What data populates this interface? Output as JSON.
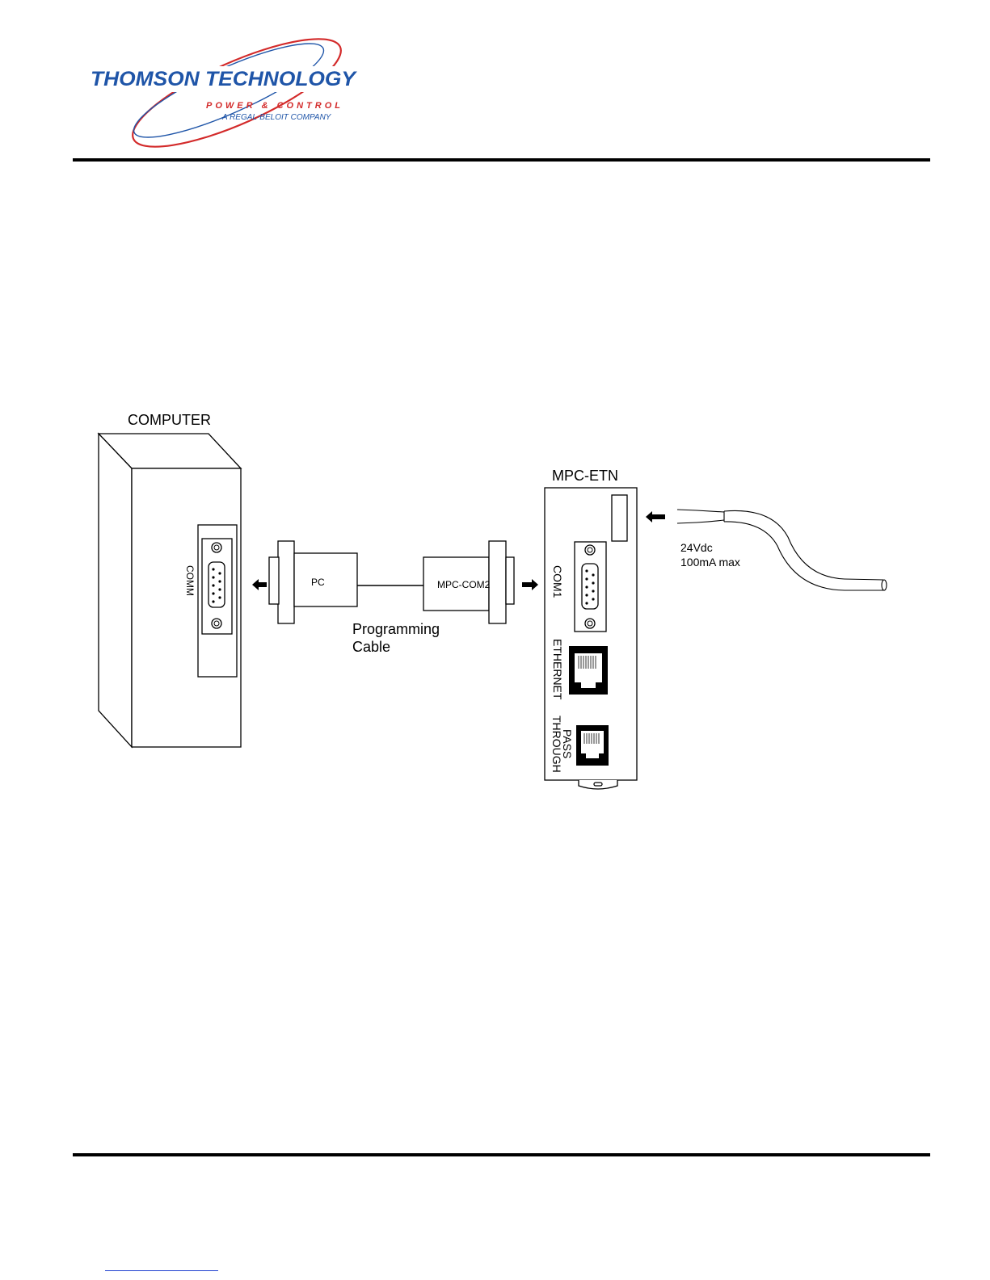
{
  "logo": {
    "brand": "THOMSON TECHNOLOGY",
    "tagline": "POWER & CONTROL",
    "subtitle": "A REGAL-BELOIT COMPANY",
    "colors": {
      "brand_blue": "#1f55a8",
      "accent_red": "#d32a2a"
    }
  },
  "diagram": {
    "computer_label": "COMPUTER",
    "comm_label": "COMM",
    "pc_connector_label": "PC",
    "cable_label_line1": "Programming",
    "cable_label_line2": "Cable",
    "mpc_connector_label": "MPC-COM2",
    "device_label": "MPC-ETN",
    "com1_label": "COM1",
    "ethernet_label": "ETHERNET",
    "pass_label_line1": "PASS",
    "pass_label_line2": "THROUGH",
    "power_label_line1": "24Vdc",
    "power_label_line2": "100mA max"
  }
}
